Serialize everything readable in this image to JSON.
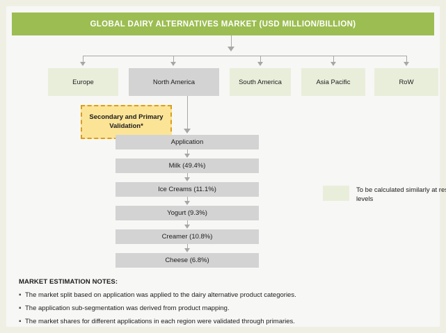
{
  "header": {
    "title": "GLOBAL DAIRY ALTERNATIVES MARKET (USD MILLION/BILLION)"
  },
  "regions": [
    {
      "label": "Europe",
      "highlight": false
    },
    {
      "label": "North America",
      "highlight": true
    },
    {
      "label": "South America",
      "highlight": false
    },
    {
      "label": "Asia Pacific",
      "highlight": false
    },
    {
      "label": "RoW",
      "highlight": false
    }
  ],
  "validation": {
    "label": "Secondary and Primary Validation*"
  },
  "chain": [
    {
      "label": "Application"
    },
    {
      "label": "Milk (49.4%)"
    },
    {
      "label": "Ice Creams (11.1%)"
    },
    {
      "label": "Yogurt (9.3%)"
    },
    {
      "label": "Creamer (10.8%)"
    },
    {
      "label": "Cheese (6.8%)"
    }
  ],
  "legend": {
    "text": "To be calculated similarly at respective levels",
    "swatch_color": "#e9eedb"
  },
  "notes": {
    "title": "MARKET ESTIMATION NOTES:",
    "bullet": "▪",
    "items": [
      "The market split based on application was applied to the dairy alternative product categories.",
      "The application sub-segmentation was derived from product mapping.",
      "The market shares for different applications in each region were validated through primaries."
    ]
  },
  "colors": {
    "header_green": "#9cbd52",
    "region_green": "#e9eedb",
    "highlight_gray": "#d3d3d3",
    "validation_yellow": "#fce497",
    "validation_border": "#d99e1b",
    "connector_gray": "#a7a7a7",
    "frame_border": "#efefe4",
    "background": "#f7f7f5"
  }
}
